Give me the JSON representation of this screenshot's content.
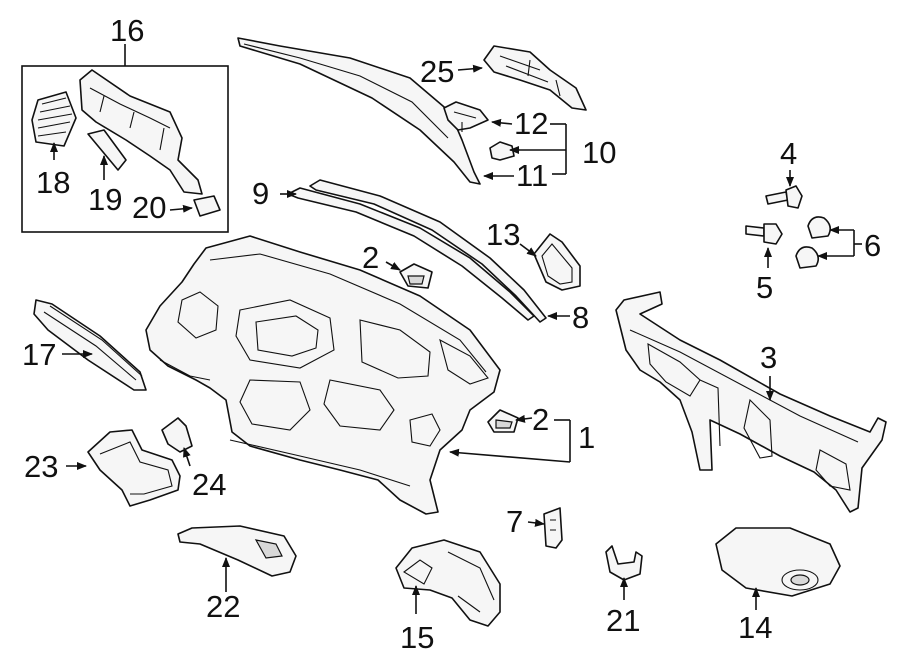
{
  "diagram": {
    "callouts": {
      "n1": "1",
      "n2a": "2",
      "n2b": "2",
      "n3": "3",
      "n4": "4",
      "n5": "5",
      "n6": "6",
      "n7": "7",
      "n8": "8",
      "n9": "9",
      "n10": "10",
      "n11": "11",
      "n12": "12",
      "n13": "13",
      "n14": "14",
      "n15": "15",
      "n16": "16",
      "n17": "17",
      "n18": "18",
      "n19": "19",
      "n20": "20",
      "n21": "21",
      "n22": "22",
      "n23": "23",
      "n24": "24",
      "n25": "25"
    }
  }
}
